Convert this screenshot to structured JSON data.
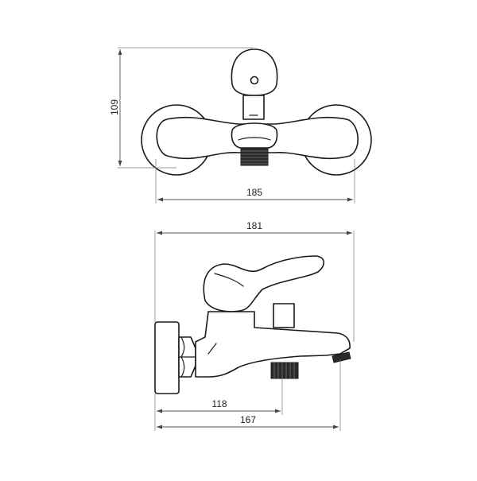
{
  "dimensions": {
    "top_view": {
      "height": "109",
      "width": "185"
    },
    "side_view": {
      "overall_length": "181",
      "thread_offset": "118",
      "spout_reach": "167"
    }
  }
}
